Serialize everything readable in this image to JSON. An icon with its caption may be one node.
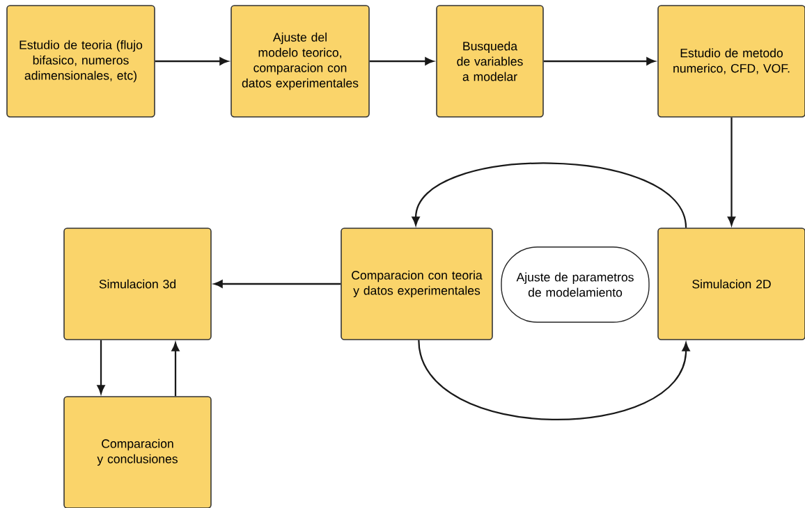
{
  "diagram": {
    "nodes": [
      {
        "text": [
          "Estudio de teoria (flujo bifasico, numeros adimensionales, etc)"
        ]
      },
      {
        "text": [
          "Ajuste del modelo teorico, comparacion con datos experimentales"
        ]
      },
      {
        "text": [
          "Busqueda de variables a modelar"
        ]
      },
      {
        "text": [
          "Estudio de metodo numerico, CFD, VOF."
        ]
      },
      {
        "text": [
          "Comparacion con teoria y datos experimentales"
        ]
      },
      {
        "text": [
          "Ajuste de parametros de modelamiento"
        ]
      },
      {
        "text": [
          "Simulacion 2D"
        ]
      },
      {
        "text": [
          "Simulacion 3d"
        ]
      },
      {
        "text": [
          "Comparacion y conclusiones"
        ]
      }
    ],
    "edges": [
      {
        "from": 0,
        "to": 1,
        "arrow": "to"
      },
      {
        "from": 1,
        "to": 2,
        "arrow": "to"
      },
      {
        "from": 2,
        "to": 3,
        "arrow": "to"
      },
      {
        "from": 3,
        "to": 6,
        "arrow": "to"
      },
      {
        "from": 6,
        "to": 4,
        "arrow": "to"
      },
      {
        "from": 4,
        "to": 6,
        "arrow": "to"
      },
      {
        "from": 4,
        "to": 7,
        "arrow": "to"
      },
      {
        "from": 7,
        "to": 8,
        "arrow": "to"
      },
      {
        "from": 8,
        "to": 7,
        "arrow": "to"
      }
    ]
  }
}
